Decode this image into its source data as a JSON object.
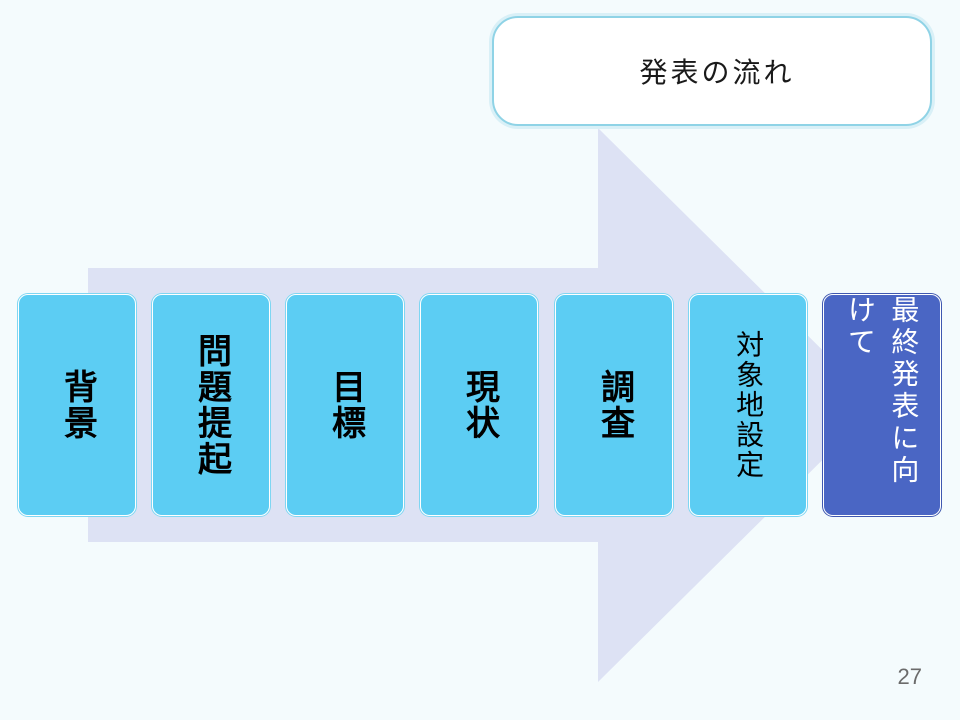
{
  "title": "発表の流れ",
  "steps": [
    {
      "label": "背景",
      "state": "default"
    },
    {
      "label": "問題提起",
      "state": "default"
    },
    {
      "label": "目標",
      "state": "default"
    },
    {
      "label": "現状",
      "state": "default"
    },
    {
      "label": "調査",
      "state": "default"
    },
    {
      "label": "対象地設定",
      "state": "default"
    },
    {
      "label": "最終発表に向けて",
      "state": "current"
    }
  ],
  "page_number": "27",
  "colors": {
    "background": "#f4fbfd",
    "arrow": "#dde2f4",
    "step_fill": "#5ccdf3",
    "current_fill": "#4a66c4",
    "title_border": "#8fd3e6"
  }
}
